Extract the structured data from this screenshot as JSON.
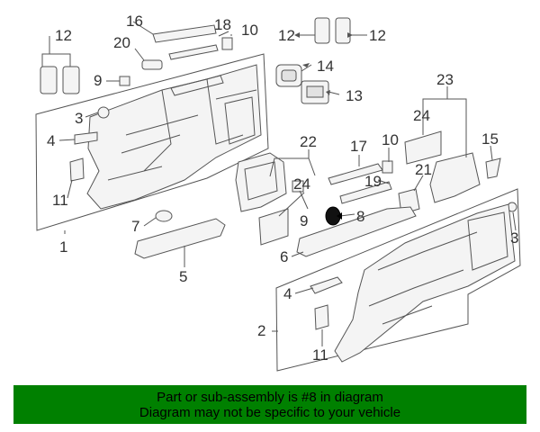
{
  "diagram": {
    "callouts": [
      {
        "id": "c16a",
        "label": "16"
      },
      {
        "id": "c18a",
        "label": "18"
      },
      {
        "id": "c10a",
        "label": "10"
      },
      {
        "id": "c12a",
        "label": "12"
      },
      {
        "id": "c12b",
        "label": "12"
      },
      {
        "id": "c12c",
        "label": "12"
      },
      {
        "id": "c20",
        "label": "20"
      },
      {
        "id": "c9a",
        "label": "9"
      },
      {
        "id": "c14",
        "label": "14"
      },
      {
        "id": "c13",
        "label": "13"
      },
      {
        "id": "c3a",
        "label": "3"
      },
      {
        "id": "c4a",
        "label": "4"
      },
      {
        "id": "c11a",
        "label": "11"
      },
      {
        "id": "c1",
        "label": "1"
      },
      {
        "id": "c7",
        "label": "7"
      },
      {
        "id": "c5",
        "label": "5"
      },
      {
        "id": "c22",
        "label": "22"
      },
      {
        "id": "c24a",
        "label": "24"
      },
      {
        "id": "c9b",
        "label": "9"
      },
      {
        "id": "c8",
        "label": "8"
      },
      {
        "id": "c17",
        "label": "17"
      },
      {
        "id": "c10b",
        "label": "10"
      },
      {
        "id": "c19",
        "label": "19"
      },
      {
        "id": "c23",
        "label": "23"
      },
      {
        "id": "c24b",
        "label": "24"
      },
      {
        "id": "c15",
        "label": "15"
      },
      {
        "id": "c21",
        "label": "21"
      },
      {
        "id": "c3b",
        "label": "3"
      },
      {
        "id": "c6",
        "label": "6"
      },
      {
        "id": "c4b",
        "label": "4"
      },
      {
        "id": "c2",
        "label": "2"
      },
      {
        "id": "c11b",
        "label": "11"
      }
    ],
    "highlight_part": "8"
  },
  "banner": {
    "line1": "Part or sub-assembly is #8 in diagram",
    "line2": "Diagram may not be specific to your vehicle",
    "background": "#008000",
    "text_color": "#000000"
  },
  "colors": {
    "line": "#555555",
    "part_fill": "#f4f4f4",
    "highlight_fill": "#111111"
  }
}
